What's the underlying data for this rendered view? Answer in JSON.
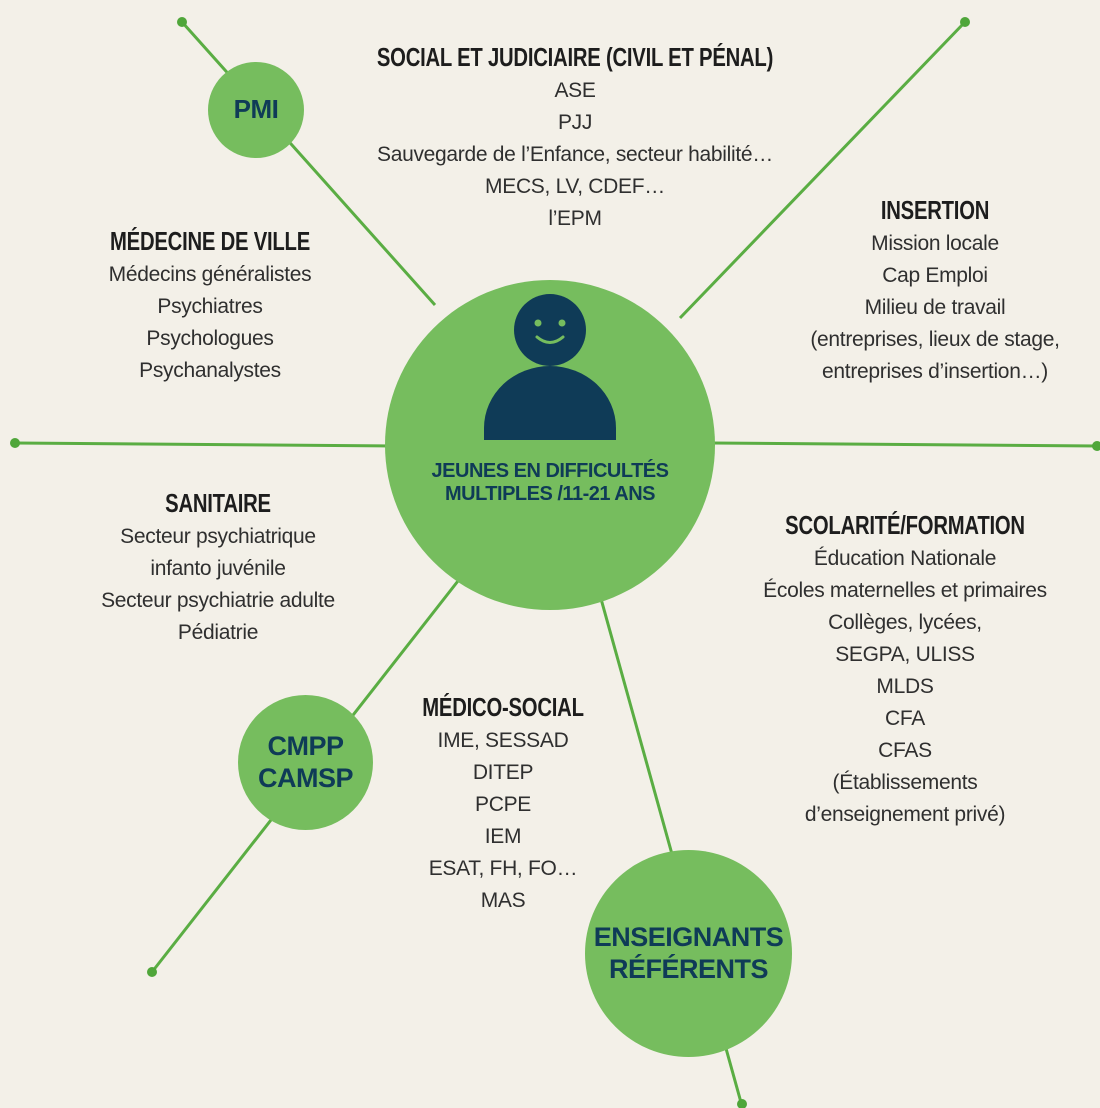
{
  "center": {
    "label": "JEUNES EN DIFFICULTÉS\nMULTIPLES /11-21 ANS",
    "icon": "person-icon"
  },
  "nodes": {
    "pmi": "PMI",
    "cmpp": "CMPP\nCAMSP",
    "enseignants": "ENSEIGNANTS\nRÉFÉRENTS"
  },
  "sections": {
    "social": {
      "title": "SOCIAL ET JUDICIAIRE (CIVIL ET PÉNAL)",
      "items": [
        "ASE",
        "PJJ",
        "Sauvegarde de l’Enfance, secteur habilité…",
        "MECS, LV, CDEF…",
        "l’EPM"
      ]
    },
    "medecine": {
      "title": "MÉDECINE DE VILLE",
      "items": [
        "Médecins généralistes",
        "Psychiatres",
        "Psychologues",
        "Psychanalystes"
      ]
    },
    "insertion": {
      "title": "INSERTION",
      "items": [
        "Mission locale",
        "Cap Emploi",
        "Milieu de travail",
        "(entreprises, lieux de stage,",
        "entreprises d’insertion…)"
      ]
    },
    "sanitaire": {
      "title": "SANITAIRE",
      "items": [
        "Secteur psychiatrique",
        "infanto juvénile",
        "Secteur psychiatrie adulte",
        "Pédiatrie"
      ]
    },
    "scolarite": {
      "title": "SCOLARITÉ/FORMATION",
      "items": [
        "Éducation Nationale",
        "Écoles maternelles et primaires",
        "Collèges, lycées,",
        "SEGPA, ULISS",
        "MLDS",
        "CFA",
        "CFAS",
        "(Établissements",
        "d’enseignement privé)"
      ]
    },
    "medicosocial": {
      "title": "MÉDICO-SOCIAL",
      "items": [
        "IME, SESSAD",
        "DITEP",
        "PCPE",
        "IEM",
        "ESAT, FH, FO…",
        "MAS"
      ]
    }
  },
  "colors": {
    "background": "#f3f0e8",
    "circle": "#76bd5e",
    "line": "#4fa63a",
    "label": "#0f3b57"
  }
}
